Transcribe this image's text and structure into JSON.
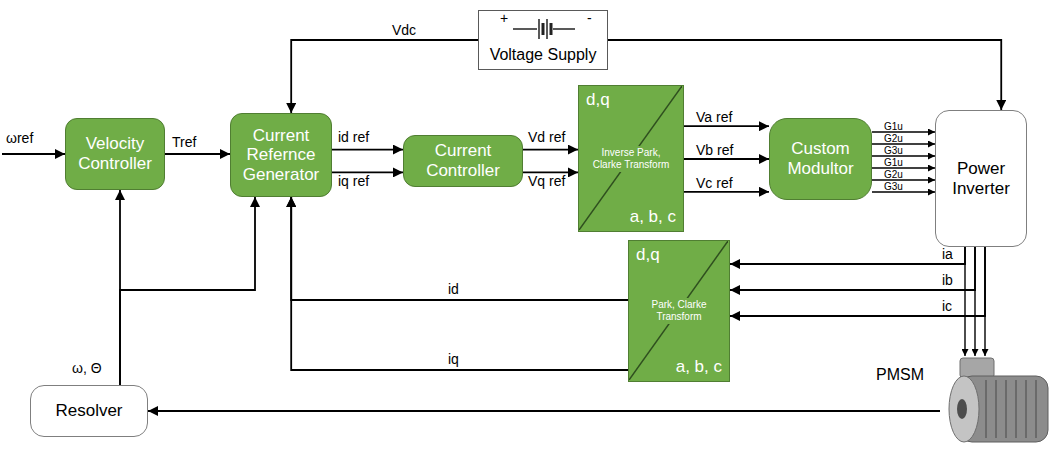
{
  "diagram": {
    "nodes": [
      {
        "text": [
          "Voltage Supply"
        ]
      },
      {
        "text": [
          "Velocity Controller"
        ]
      },
      {
        "text": [
          "Current Refernce Generator"
        ]
      },
      {
        "text": [
          "Current Controller"
        ]
      },
      {
        "text": [
          "d,q",
          "Inverse Park, Clarke Transform",
          "a, b, c"
        ]
      },
      {
        "text": [
          "Custom Modultor"
        ]
      },
      {
        "text": [
          "Power Inverter"
        ]
      },
      {
        "text": [
          "d,q",
          "Park, Clarke Transform",
          "a, b, c"
        ]
      },
      {
        "text": [
          "PMSM"
        ]
      },
      {
        "text": [
          "Resolver"
        ]
      }
    ],
    "edges": [
      {
        "from": 1,
        "to": 2,
        "label": "Tref",
        "arrow": "to"
      },
      {
        "from": 2,
        "to": 3,
        "label": "id ref",
        "arrow": "to"
      },
      {
        "from": 2,
        "to": 3,
        "label": "iq ref",
        "arrow": "to"
      },
      {
        "from": 3,
        "to": 4,
        "label": "Vd ref",
        "arrow": "to"
      },
      {
        "from": 3,
        "to": 4,
        "label": "Vq ref",
        "arrow": "to"
      },
      {
        "from": 4,
        "to": 5,
        "label": "Va ref",
        "arrow": "to"
      },
      {
        "from": 4,
        "to": 5,
        "label": "Vb ref",
        "arrow": "to"
      },
      {
        "from": 4,
        "to": 5,
        "label": "Vc ref",
        "arrow": "to"
      },
      {
        "from": 5,
        "to": 6,
        "label": "G1u",
        "arrow": "to"
      },
      {
        "from": 5,
        "to": 6,
        "label": "G2u",
        "arrow": "to"
      },
      {
        "from": 5,
        "to": 6,
        "label": "G3u",
        "arrow": "to"
      },
      {
        "from": 5,
        "to": 6,
        "label": "G1u",
        "arrow": "to"
      },
      {
        "from": 5,
        "to": 6,
        "label": "G2u",
        "arrow": "to"
      },
      {
        "from": 5,
        "to": 6,
        "label": "G3u",
        "arrow": "to"
      },
      {
        "from": 0,
        "to": 2,
        "label": "Vdc",
        "arrow": "to"
      },
      {
        "from": 0,
        "to": 6,
        "arrow": "to"
      },
      {
        "from": 7,
        "to": 2,
        "label": "id",
        "arrow": "to"
      },
      {
        "from": 7,
        "to": 2,
        "label": "iq",
        "arrow": "to"
      },
      {
        "from": 6,
        "to": 7,
        "label": "ia",
        "arrow": "to"
      },
      {
        "from": 6,
        "to": 7,
        "label": "ib",
        "arrow": "to"
      },
      {
        "from": 6,
        "to": 7,
        "label": "ic",
        "arrow": "to"
      },
      {
        "from": 6,
        "to": 8,
        "arrow": "to"
      },
      {
        "from": 6,
        "to": 8,
        "arrow": "to"
      },
      {
        "from": 6,
        "to": 8,
        "arrow": "to"
      },
      {
        "from": 8,
        "to": 9,
        "arrow": "to"
      },
      {
        "from": 9,
        "to": 1,
        "label": "ω, Θ",
        "arrow": "to"
      },
      {
        "from": 9,
        "to": 2,
        "arrow": "to"
      }
    ],
    "labels": [
      "ωref",
      "+",
      "-"
    ]
  }
}
